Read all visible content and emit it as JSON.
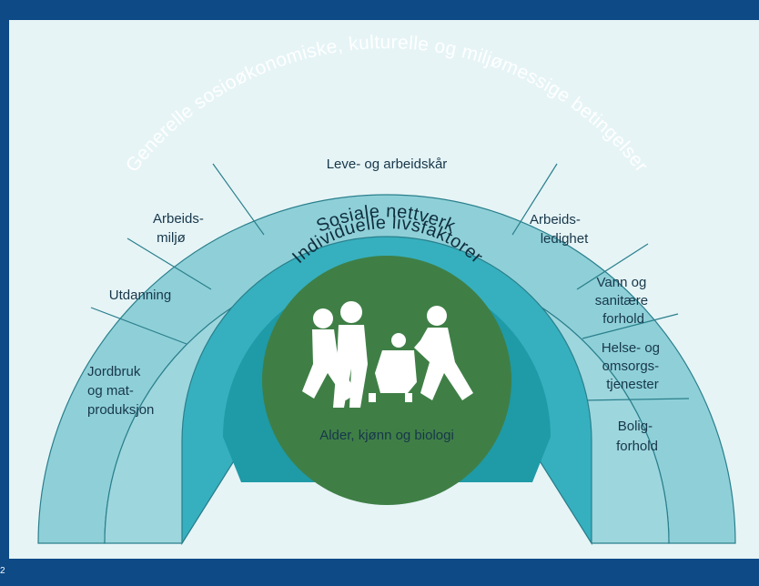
{
  "diagram": {
    "outer_ring_title": "Generelle sosioøkonomiske, kulturelle og miljømessige betingelser",
    "top_sector": "Leve- og arbeidskår",
    "left_sectors": [
      {
        "lines": [
          "Arbeids-",
          "miljø"
        ]
      },
      {
        "lines": [
          "Utdanning"
        ]
      },
      {
        "lines": [
          "Jordbruk",
          "og mat-",
          "produksjon"
        ]
      }
    ],
    "right_sectors": [
      {
        "lines": [
          "Arbeids-",
          "ledighet"
        ]
      },
      {
        "lines": [
          "Vann og",
          "sanitære",
          "forhold"
        ]
      },
      {
        "lines": [
          "Helse- og",
          "omsorgs-",
          "tjenester"
        ]
      },
      {
        "lines": [
          "Bolig-",
          "forhold"
        ]
      }
    ],
    "social_ring": "Sosiale nettverk",
    "individual_ring": "Individuelle livsfaktorer",
    "core": "Alder, kjønn og biologi",
    "corner_mark": "2",
    "colors": {
      "frame": "#0d4a86",
      "background": "#e6f4f6",
      "outer_ring": "#8fd0d8",
      "sector_ring": "#9dd6dd",
      "social_ring": "#36b0bf",
      "individual_ring": "#1f9aa7",
      "core": "#3f7f46",
      "figures": "#ffffff"
    }
  }
}
